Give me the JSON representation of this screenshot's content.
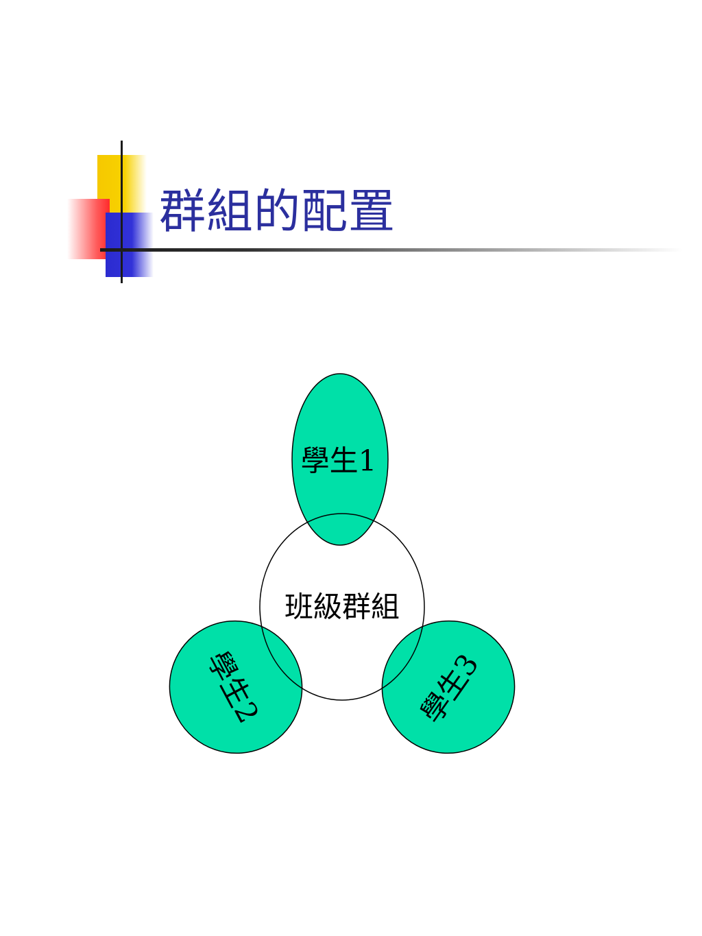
{
  "title": "群組的配置",
  "diagram": {
    "center": {
      "label": "班級群組"
    },
    "nodes": [
      {
        "label": "學生1"
      },
      {
        "label": "學生2"
      },
      {
        "label": "學生3"
      }
    ]
  },
  "colors": {
    "title": "#2b2f9e",
    "node_fill": "#00e0a8",
    "stroke": "#000000",
    "accent_yellow": "#f5c800",
    "accent_red": "#ff2a2a",
    "accent_blue": "#2b2bd0"
  }
}
